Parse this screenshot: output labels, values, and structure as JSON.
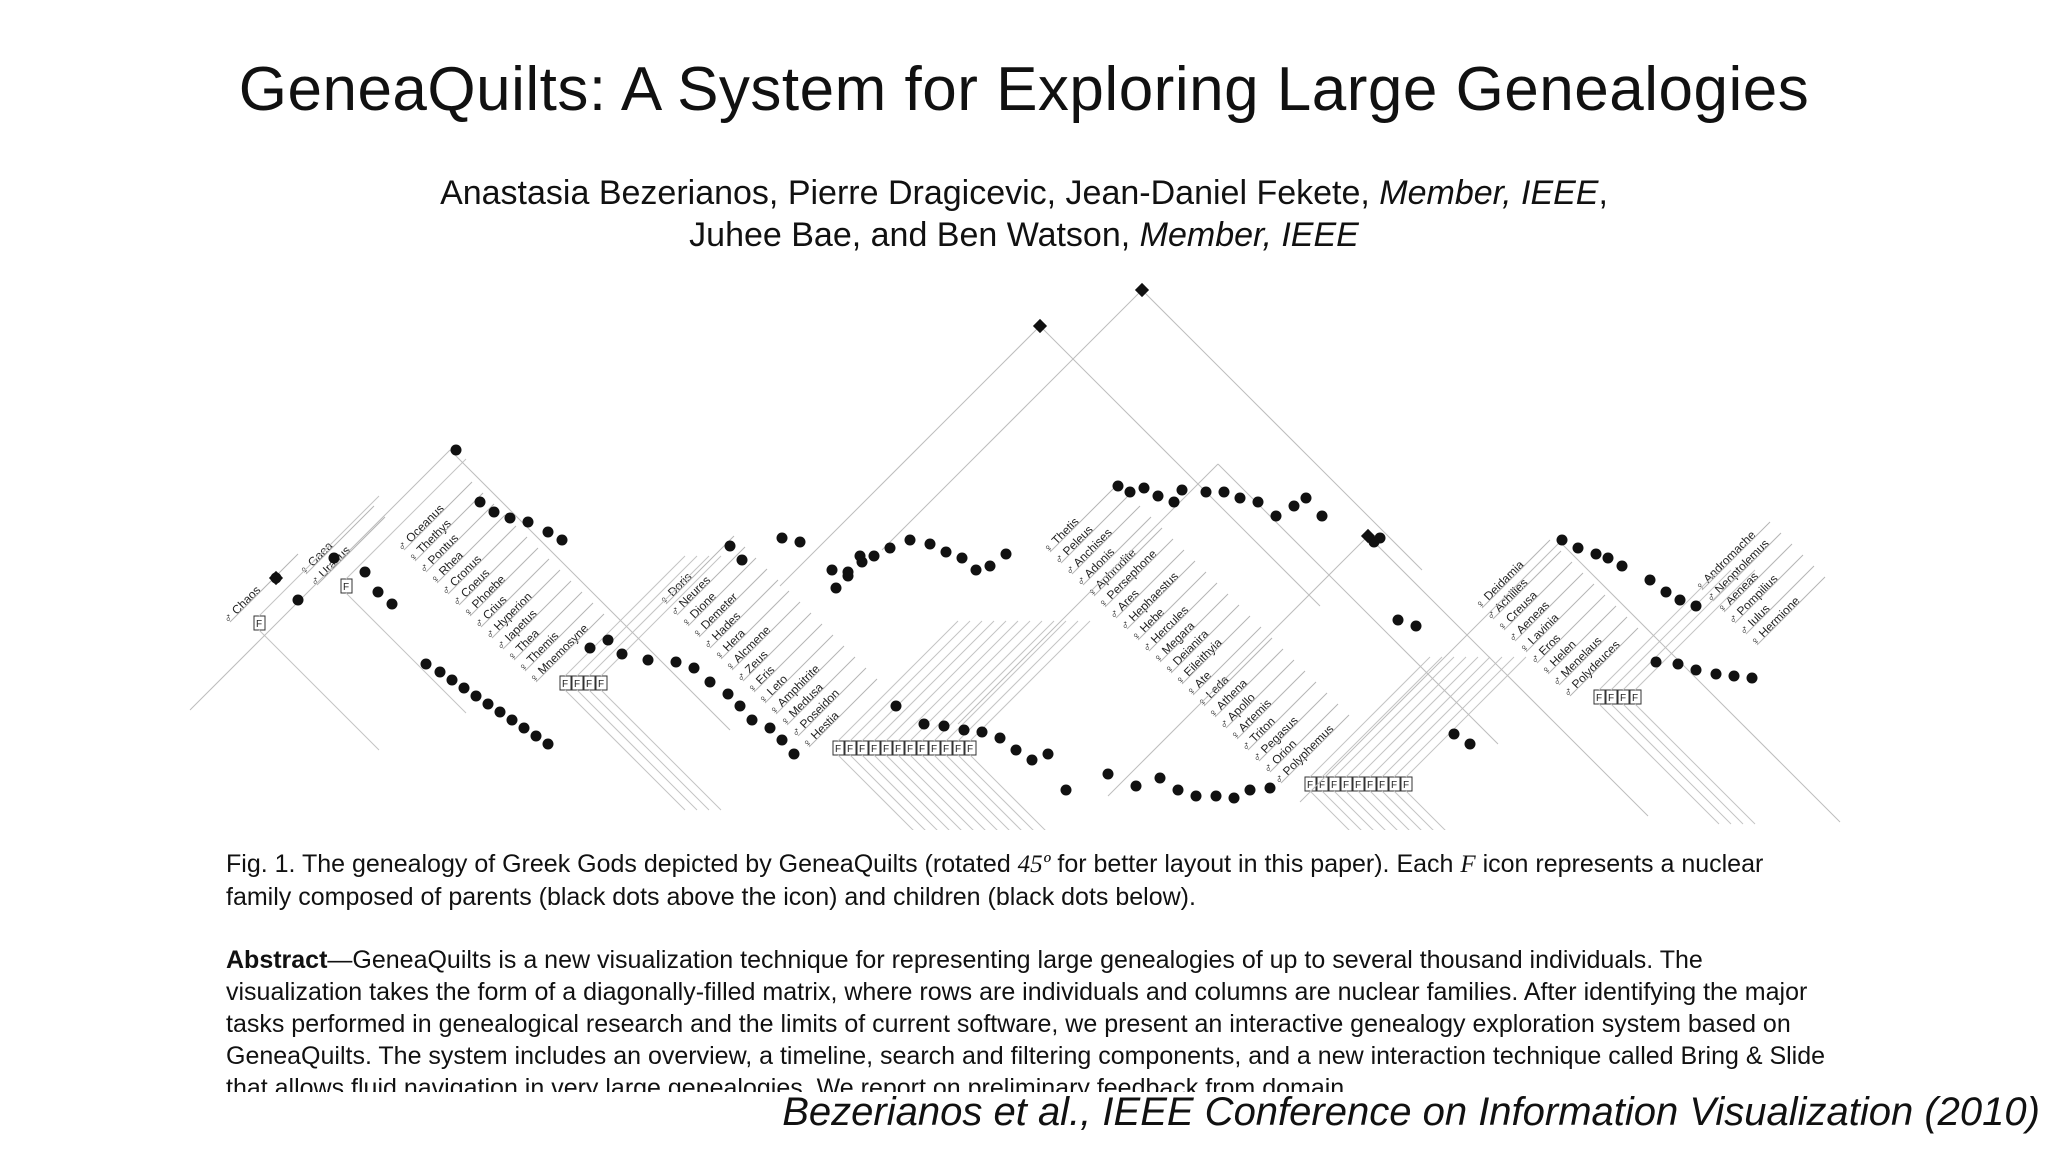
{
  "paper": {
    "title": "GeneaQuilts: A System for Exploring Large Genealogies",
    "authors_line1_plain": "Anastasia Bezerianos, Pierre Dragicevic, Jean-Daniel Fekete, ",
    "authors_line1_italic": "Member, IEEE",
    "authors_line1_tail": ",",
    "authors_line2_plain": "Juhee Bae, and Ben Watson, ",
    "authors_line2_italic": "Member, IEEE"
  },
  "figure": {
    "family_icon_label": "F",
    "groups": [
      {
        "names": [
          "♂ Chaos"
        ]
      },
      {
        "names": [
          "♀ Gaea",
          "♂ Uranus"
        ]
      },
      {
        "names": [
          "♂ Oceanus",
          "♀ Thethys",
          "♂ Pontus",
          "♀ Rhea",
          "♂ Cronus",
          "♂ Coeus",
          "♀ Phoebe",
          "♂ Crius",
          "♂ Hyperion",
          "♂ Iapetus",
          "♀ Thea",
          "♀ Themis",
          "♀ Mnemosyne"
        ]
      },
      {
        "names": [
          "♀ Doris",
          "♂ Neures",
          "♀ Dione",
          "♀ Demeter",
          "♂ Hades",
          "♀ Hera",
          "♀ Alcmene",
          "♂ Zeus",
          "♀ Eris",
          "♀ Leto",
          "♀ Amphitrite",
          "♀ Medusa",
          "♂ Poseidon",
          "♀ Hestia"
        ]
      },
      {
        "names": [
          "♀ Thetis",
          "♂ Peleus",
          "♂ Anchises",
          "♂ Adonis",
          "♀ Aphrodite",
          "♀ Persephone",
          "♂ Ares",
          "♂ Hephaestus",
          "♀ Hebe",
          "♂ Hercules",
          "♀ Megara",
          "♀ Deianira",
          "♀ Eileithyia",
          "♀ Ate",
          "♀ Leda",
          "♀ Athena",
          "♂ Apollo",
          "♀ Artemis",
          "♂ Triton",
          "♂ Pegasus",
          "♂ Orion",
          "♂ Polyphemus"
        ]
      },
      {
        "names": [
          "♀ Deidamia",
          "♂ Achilles",
          "♀ Creusa",
          "♂ Aeneas",
          "♀ Lavinia",
          "♂ Eros",
          "♀ Helen",
          "♂ Menelaus",
          "♂ Polydeuces"
        ]
      },
      {
        "names": [
          "♀ Andromache",
          "♂ Neoptolemus",
          "♀ Aeneas",
          "♂ Pompilius",
          "♂ Iulus",
          "♀ Hermione"
        ]
      }
    ]
  },
  "caption": {
    "prefix": "Fig. 1.  The genealogy of Greek Gods depicted by GeneaQuilts (rotated ",
    "angle": "45º",
    "middle": " for better layout in this paper). Each ",
    "icon": "F",
    "suffix": " icon represents a nuclear family composed of parents (black dots above the icon) and children (black dots below)."
  },
  "abstract": {
    "label": "Abstract",
    "text": "—GeneaQuilts is a new visualization technique for representing large genealogies of up to several thousand individuals. The visualization takes the form of a diagonally-filled matrix, where rows are individuals and columns are nuclear families. After identifying the major tasks performed in genealogical research and the limits of current software, we present an interactive genealogy exploration system based on GeneaQuilts. The system includes an overview, a timeline, search and filtering components, and a new interaction technique called Bring & Slide that allows fluid navigation in very large genealogies. We report on preliminary feedback from domain"
  },
  "citation": "Bezerianos et al., IEEE Conference on Information Visualization (2010)"
}
